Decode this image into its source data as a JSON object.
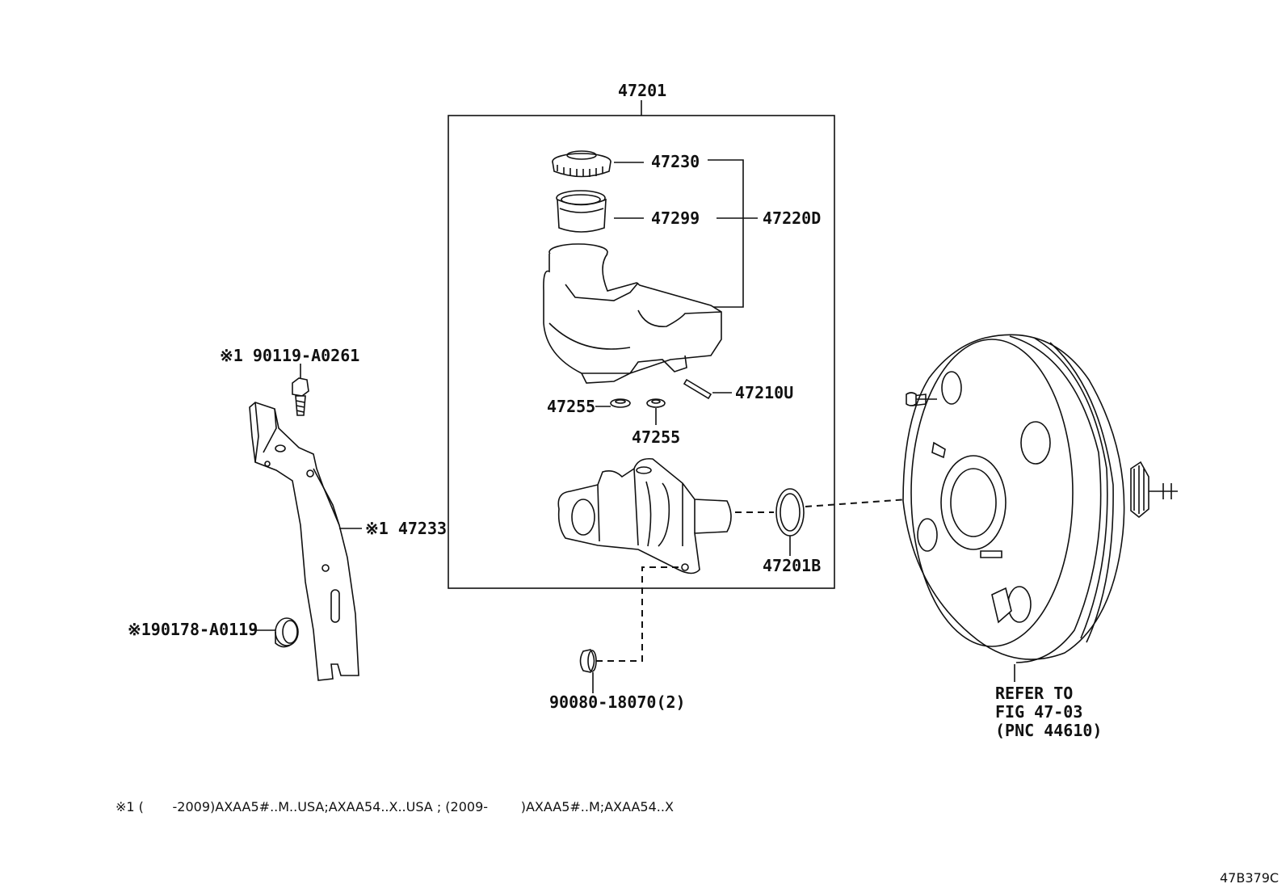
{
  "labels": {
    "assembly": "47201",
    "cap": "47230",
    "strainer": "47299",
    "reservoir_set": "47220D",
    "pin": "47210U",
    "grommet_left": "47255",
    "grommet_right": "47255",
    "bracket": "※1 47233",
    "bolt": "※1 90119-A0261",
    "nut": "※190178-A0119",
    "plug": "90080-18070(2)",
    "oring": "47201B",
    "refer_line1": "REFER TO",
    "refer_line2": "FIG 47-03",
    "refer_line3": "(PNC 44610)"
  },
  "footnote": "※1 (       -2009)AXAA5#..M..USA;AXAA54..X..USA ; (2009-        )AXAA5#..M;AXAA54..X",
  "figure_id": "47B379C"
}
